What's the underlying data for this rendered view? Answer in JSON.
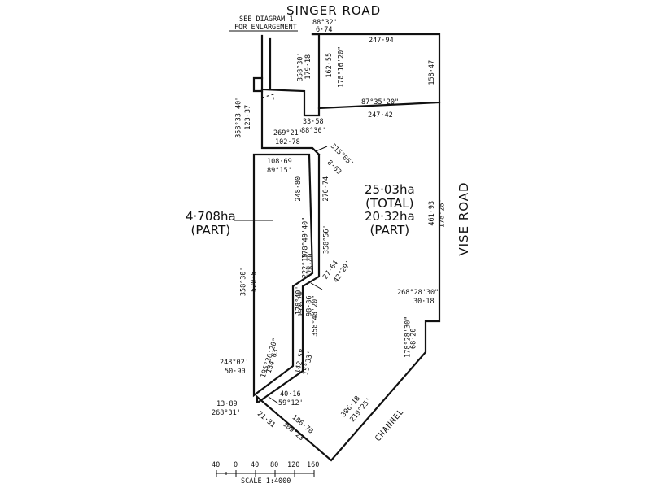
{
  "roads": {
    "north": "SINGER ROAD",
    "east": "VISE ROAD",
    "south": "CHANNEL"
  },
  "note": [
    "SEE DIAGRAM 1",
    "FOR ENLARGEMENT"
  ],
  "areas": {
    "main": [
      "25·03ha",
      "(TOTAL)",
      "20·32ha",
      "(PART)"
    ],
    "left": [
      "4·708ha",
      "(PART)"
    ]
  },
  "dims": {
    "top_bearing": "88°32'",
    "top_dist": "6·74",
    "top_right": "247·94",
    "east_upper": "158·47",
    "inner_a_b": "358°30'",
    "inner_a_d": "179·18",
    "inner_b_d": "162·55",
    "inner_b_b": "178°16'20\"",
    "mid_bearing": "87°35'20\"",
    "mid_dist": "247·42",
    "step_dist": "33·58",
    "step_bearing": "88°30'",
    "west_bearing": "358°33'40\"",
    "west_dist": "123·37",
    "south_bearing": "269°21'",
    "south_dist": "102·78",
    "diag_bearing": "315°05'",
    "diag_dist": "8·63",
    "part_top_dist": "108·69",
    "part_top_bearing": "89°15'",
    "strip_dist_1": "248·80",
    "strip_bearing_1": "178°49'40\"",
    "strip_dist_2": "270·74",
    "strip_bearing_2": "358°56'",
    "kink_bearing": "222°19'",
    "kink_dist": "28·40",
    "small_dist": "27·64",
    "small_bearing": "42°29'",
    "east_lower": "461·93",
    "east_lower_b": "178°28'",
    "part_west_b": "358°30'",
    "part_west_d": "520·5",
    "mid_strip_b": "178°40'",
    "mid_strip_d": "103·29",
    "right_strip_d": "98·86",
    "right_strip_b": "358°48'20\"",
    "step_e_b": "268°28'30\"",
    "step_e_d": "30·18",
    "e_low_b": "178°28'30\"",
    "e_low_d": "68·20",
    "low_strip_b": "195°36'20\"",
    "low_strip_d": "134·63",
    "low2_d": "142·58",
    "low2_b": "15°33'",
    "sw_b": "248°02'",
    "sw_d": "50·90",
    "tip_b": "40·16",
    "tip_d": "59°12'",
    "sw2_d": "13·89",
    "sw2_b": "268°31'",
    "chan_d": "306·18",
    "chan_b": "219°25'",
    "bot_d": "186·70",
    "bot_b": "309°23'",
    "bot_small": "21·31"
  },
  "scale": {
    "ticks": [
      "40",
      "0",
      "40",
      "80",
      "120",
      "160"
    ],
    "label": "SCALE 1:4000"
  }
}
